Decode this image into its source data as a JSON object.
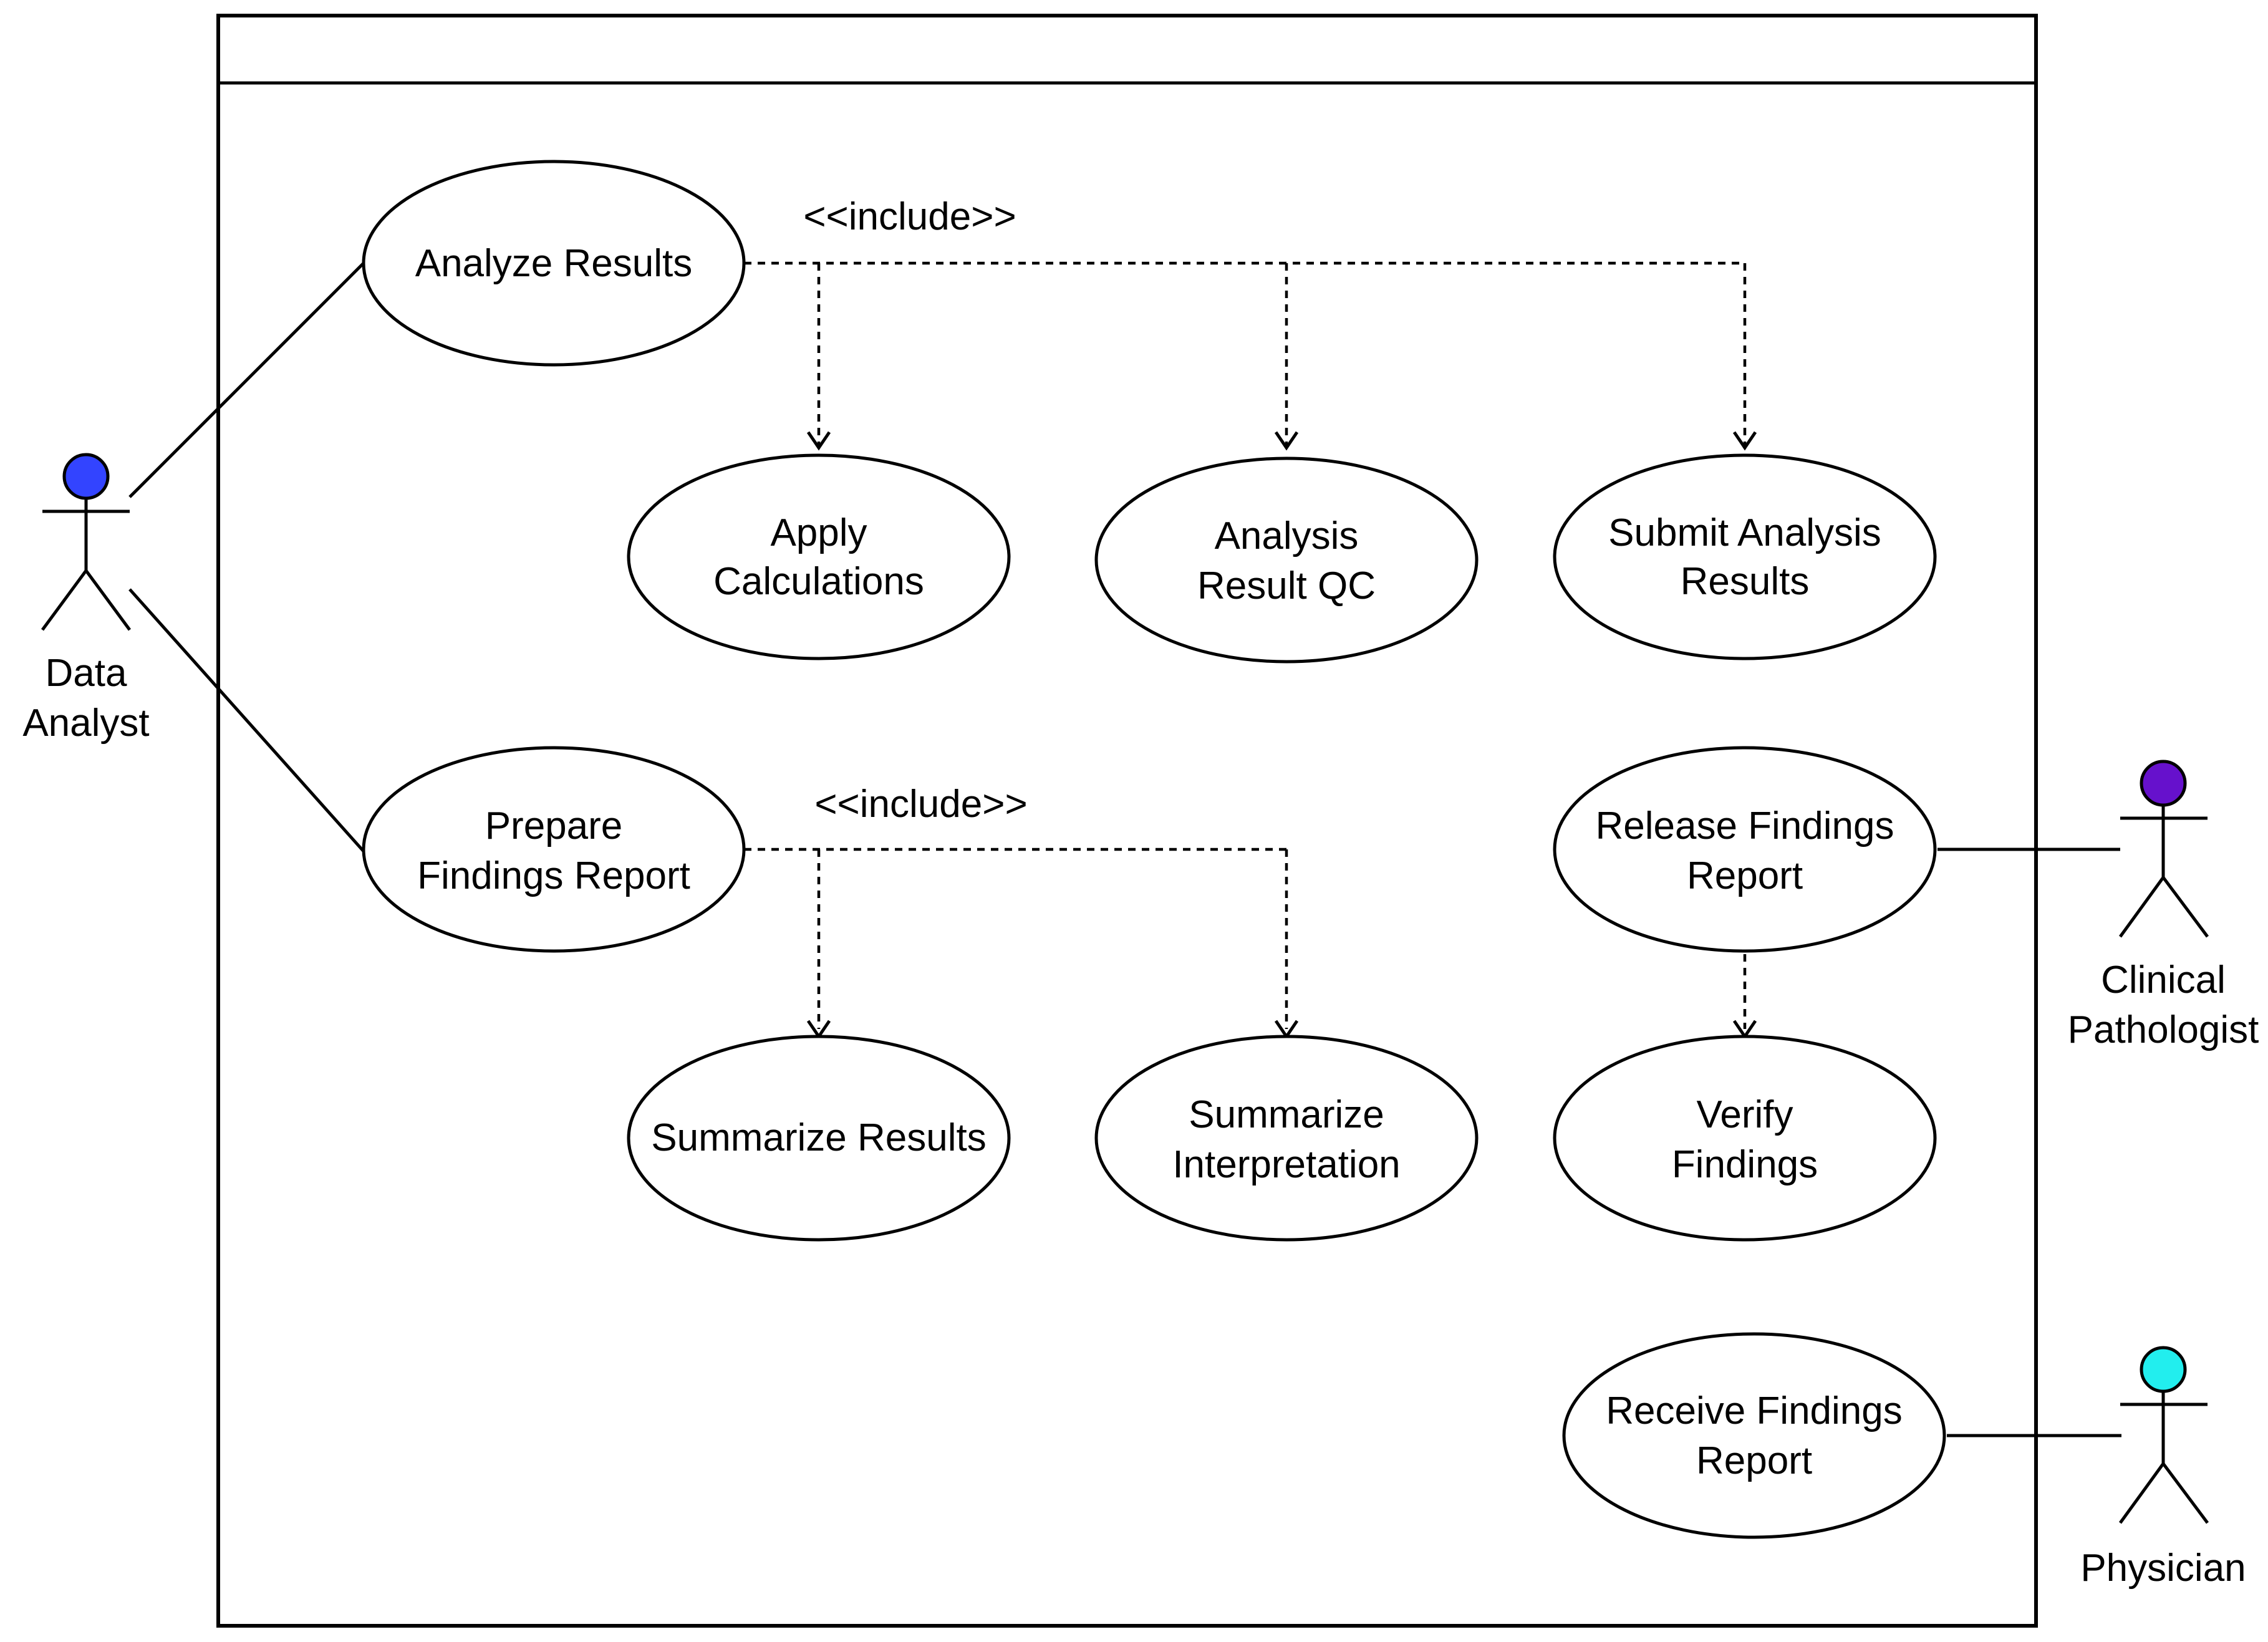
{
  "diagram": {
    "system_title": "",
    "stereotype": "<<include>>",
    "colors": {
      "line": "#000000",
      "data_analyst_head": "#3344ff",
      "clinical_pathologist_head": "#6611cc",
      "physician_head": "#22eeee"
    },
    "actors": {
      "data_analyst": {
        "line1": "Data",
        "line2": "Analyst",
        "icon": "stick-figure-icon"
      },
      "clinical_pathologist": {
        "line1": "Clinical",
        "line2": "Pathologist",
        "icon": "stick-figure-icon"
      },
      "physician": {
        "line1": "Physician",
        "icon": "stick-figure-icon"
      }
    },
    "use_cases": {
      "analyze_results": {
        "line1": "Analyze Results"
      },
      "apply_calculations": {
        "line1": "Apply",
        "line2": "Calculations"
      },
      "analysis_result_qc": {
        "line1": "Analysis",
        "line2": "Result QC"
      },
      "submit_analysis_results": {
        "line1": "Submit Analysis",
        "line2": "Results"
      },
      "prepare_findings_report": {
        "line1": "Prepare",
        "line2": "Findings Report"
      },
      "summarize_results": {
        "line1": "Summarize Results"
      },
      "summarize_interpretation": {
        "line1": "Summarize",
        "line2": "Interpretation"
      },
      "release_findings_report": {
        "line1": "Release Findings",
        "line2": "Report"
      },
      "verify_findings": {
        "line1": "Verify",
        "line2": "Findings"
      },
      "receive_findings_report": {
        "line1": "Receive Findings",
        "line2": "Report"
      }
    },
    "relationships": [
      {
        "from": "Data Analyst",
        "to": "Analyze Results",
        "kind": "association"
      },
      {
        "from": "Data Analyst",
        "to": "Prepare Findings Report",
        "kind": "association"
      },
      {
        "from": "Clinical Pathologist",
        "to": "Release Findings Report",
        "kind": "association"
      },
      {
        "from": "Physician",
        "to": "Receive Findings Report",
        "kind": "association"
      },
      {
        "from": "Analyze Results",
        "to": "Apply Calculations",
        "kind": "include"
      },
      {
        "from": "Analyze Results",
        "to": "Analysis Result QC",
        "kind": "include"
      },
      {
        "from": "Analyze Results",
        "to": "Submit Analysis Results",
        "kind": "include"
      },
      {
        "from": "Prepare Findings Report",
        "to": "Summarize Results",
        "kind": "include"
      },
      {
        "from": "Prepare Findings Report",
        "to": "Summarize Interpretation",
        "kind": "include"
      },
      {
        "from": "Release Findings Report",
        "to": "Verify Findings",
        "kind": "dependency"
      }
    ]
  }
}
